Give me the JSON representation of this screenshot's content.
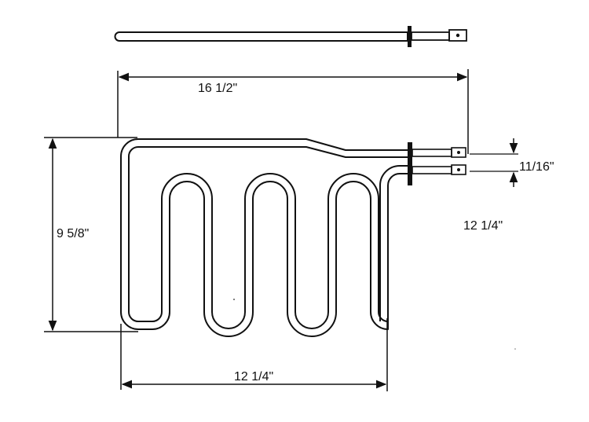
{
  "dimensions": {
    "overall_length": "16 1/2\"",
    "height": "9 5/8\"",
    "terminal_spacing": "11/16\"",
    "side_length": "12 1/4\"",
    "bottom_width": "12 1/4\""
  }
}
